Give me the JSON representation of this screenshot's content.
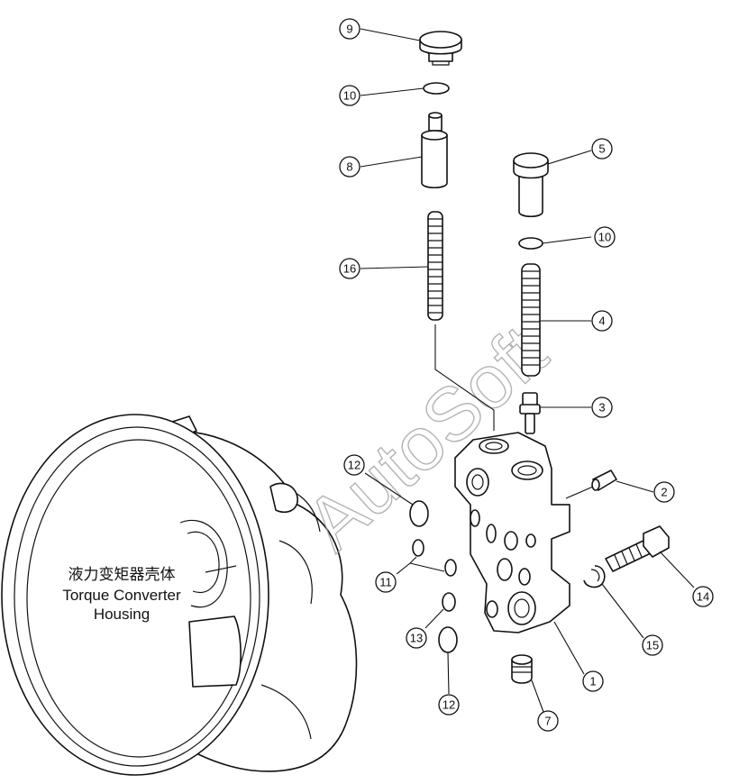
{
  "housing_label": {
    "line1": "液力变矩器壳体",
    "line2": "Torque Converter",
    "line3": "Housing"
  },
  "watermark": "AutoSoft",
  "callouts": {
    "c9": "9",
    "c10a": "10",
    "c8": "8",
    "c16": "16",
    "c5": "5",
    "c10b": "10",
    "c4": "4",
    "c3": "3",
    "c2": "2",
    "c14": "14",
    "c15": "15",
    "c1": "1",
    "c7": "7",
    "c12a": "12",
    "c11": "11",
    "c13": "13",
    "c12b": "12"
  }
}
